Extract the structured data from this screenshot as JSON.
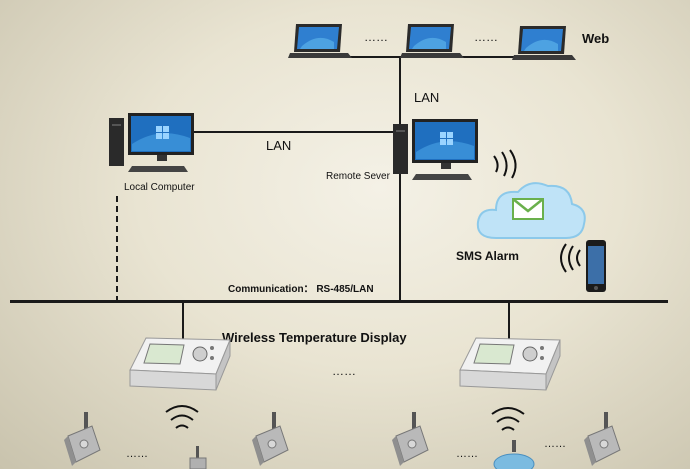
{
  "labels": {
    "web": "Web",
    "lan_top": "LAN",
    "lan_mid": "LAN",
    "local_computer": "Local Computer",
    "remote_server": "Remote Sever",
    "sms_alarm": "SMS Alarm",
    "communication": "Communication： RS-485/LAN",
    "wireless_display": "Wireless Temperature Display",
    "dots_web_1": "……",
    "dots_web_2": "……",
    "dots_display": "……",
    "dots_sensor_1": "……",
    "dots_sensor_2": "……",
    "dots_sensor_3": "……"
  },
  "colors": {
    "screen": "#1f6fbf",
    "cloud": "#bfe3f7",
    "envelope": "#6ab04c"
  },
  "icons": [
    "laptop-icon",
    "desktop-computer-icon",
    "cloud-icon",
    "envelope-icon",
    "mobile-phone-icon",
    "temperature-display-icon",
    "wireless-sensor-icon",
    "wifi-signal-icon"
  ]
}
